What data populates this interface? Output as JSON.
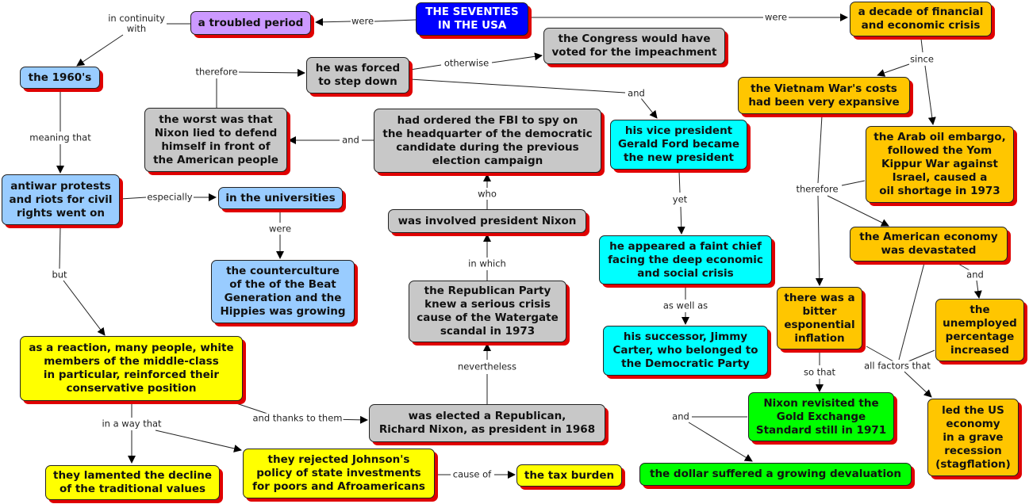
{
  "title": "THE SEVENTIES IN THE USA",
  "colors": {
    "root": "#0000ff",
    "troubled": "#cc99ff",
    "sixties": "#99ccff",
    "watergate": "#c8c8c8",
    "ford_carter": "#00ffff",
    "economy": "#ffc600",
    "conservative": "#ffff00",
    "dollar": "#00ff00",
    "shadow": "#e00000"
  },
  "nodes": {
    "root": "THE SEVENTIES\nIN THE USA",
    "troubled": "a troubled period",
    "decade_crisis": "a decade of financial\nand economic crisis",
    "sixties": "the 1960's",
    "antiwar": "antiwar protests\nand riots for civil\nrights went on",
    "universities": "in the universities",
    "counterculture": "the counterculture\nof the of the Beat\nGeneration and the\nHippies was growing",
    "reaction": "as a reaction, many people, white\nmembers of the middle-class\nin particular, reinforced their\nconservative position",
    "lamented": "they lamented the decline\nof the traditional values",
    "rejected": "they rejected  Johnson's\npolicy of state investments\nfor poors and Afroamericans",
    "tax": "the tax burden",
    "elected": "was elected a Republican,\nRichard Nixon, as president in 1968",
    "republican": "the Republican Party\nknew a serious crisis\ncause of the Watergate\nscandal in 1973",
    "involved": "was involved president Nixon",
    "fbi": "had ordered the FBI to spy on\nthe headquarter of the democratic\ncandidate during the previous\nelection campaign",
    "lied": "the worst was that\nNixon lied to defend\nhimself in front of\nthe American people",
    "stepdown": "he was forced\nto step down",
    "congress": "the Congress would have\nvoted for the impeachment",
    "ford": "his vice president\nGerald Ford became\nthe new president",
    "faint": "he appeared a faint chief\nfacing the deep economic\nand social crisis",
    "carter": "his successor, Jimmy\nCarter, who belonged to\nthe Democratic Party",
    "vietnam": "the Vietnam War's costs\nhad been very expansive",
    "arab": "the Arab oil embargo,\nfollowed the Yom\nKippur War against\nIsrael, caused a\noil shortage in 1973",
    "devastated": "the American economy\nwas devastated",
    "inflation": "there was a\nbitter\nesponential\ninflation",
    "unemployed": "the\nunemployed\npercentage\nincreased",
    "gold": "Nixon revisited the\nGold Exchange\nStandard still in 1971",
    "dollar": "the dollar suffered a growing devaluation",
    "recession": "led the US\neconomy\nin a grave\nrecession\n(stagflation)"
  },
  "links": {
    "were_left": "were",
    "were_right": "were",
    "continuity": "in continuity\nwith",
    "meaning": "meaning that",
    "especially": "especially",
    "were_univ": "were",
    "but": "but",
    "in_a_way": "in a way that",
    "thanks": "and thanks to them",
    "cause_of": "cause of",
    "nevertheless": "nevertheless",
    "in_which": "in which",
    "who": "who",
    "and_fbi": "and",
    "therefore_left": "therefore",
    "otherwise": "otherwise",
    "and_ford": "and",
    "yet": "yet",
    "as_well_as": "as well as",
    "since": "since",
    "therefore_right": "therefore",
    "and_unemp": "and",
    "all_factors": "all factors that",
    "so_that": "so that",
    "and_dollar": "and"
  }
}
